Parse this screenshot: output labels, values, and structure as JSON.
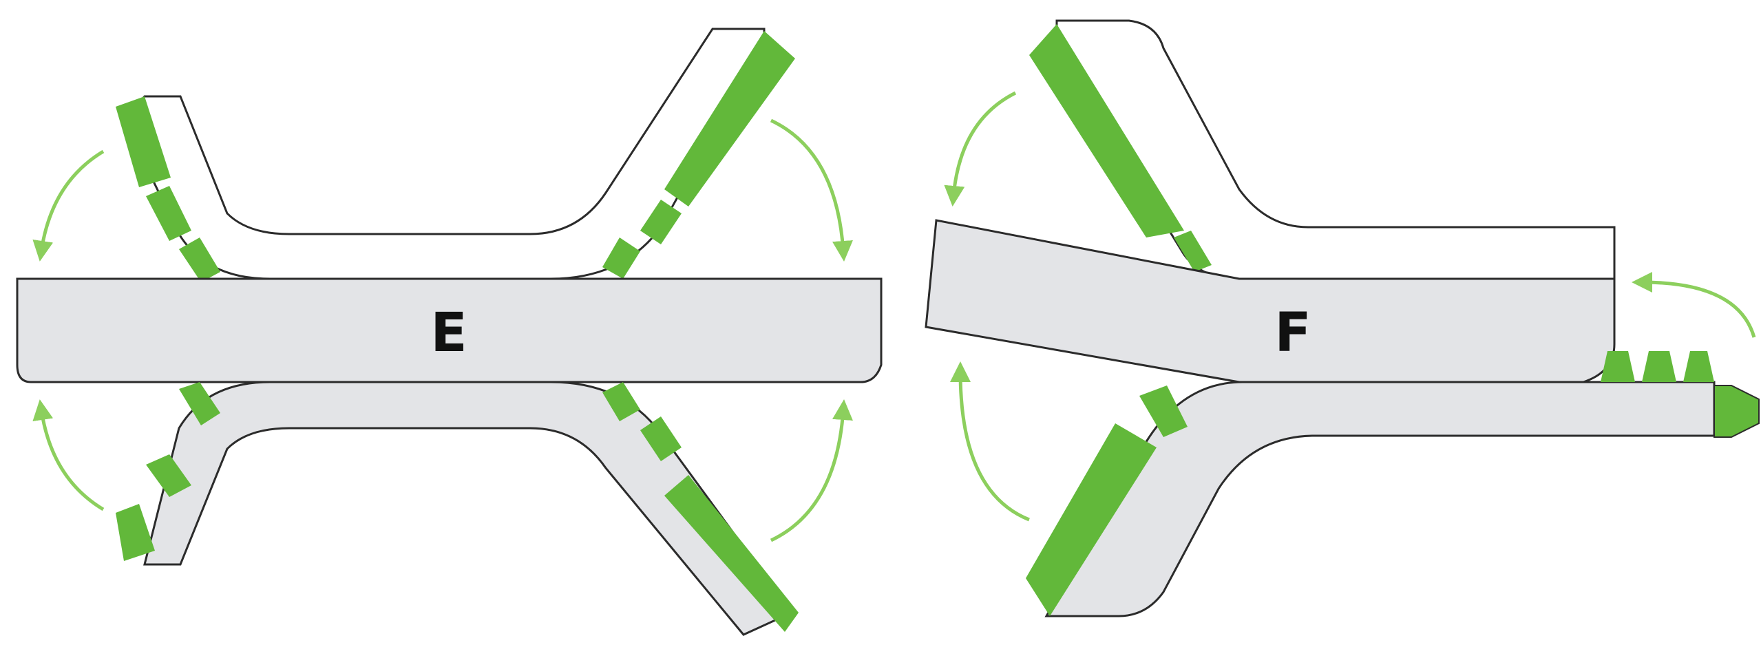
{
  "diagram": {
    "panels": [
      {
        "id": "E",
        "label": "E"
      },
      {
        "id": "F",
        "label": "F"
      }
    ],
    "colors": {
      "plate_fill": "#e3e4e7",
      "outline": "#2b2b2b",
      "part_fill": "#ffffff",
      "block_fill": "#62b83a",
      "arrow": "#8ccf5d"
    }
  }
}
